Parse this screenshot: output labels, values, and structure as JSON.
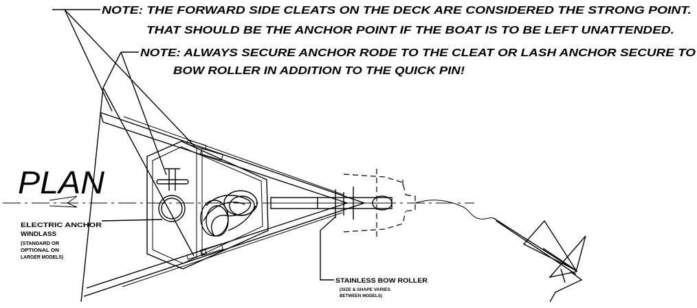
{
  "notes": {
    "note1_line1": "NOTE: THE FORWARD SIDE CLEATS ON THE DECK ARE CONSIDERED THE STRONG POINT.",
    "note1_line2": "THAT SHOULD BE THE ANCHOR POINT IF THE BOAT IS TO BE LEFT UNATTENDED.",
    "note2_line1": "NOTE: ALWAYS SECURE ANCHOR RODE TO THE CLEAT OR LASH ANCHOR SECURE TO",
    "note2_line2": "BOW ROLLER IN ADDITION TO THE QUICK PIN!"
  },
  "view_title": "PLAN",
  "windlass_label": {
    "line1": "ELECTRIC ANCHOR",
    "line2": "WINDLASS",
    "sub1": "(STANDARD OR",
    "sub2": "OPTIONAL ON",
    "sub3": "LARGER MODELS)"
  },
  "roller_label": {
    "line1": "STAINLESS BOW ROLLER",
    "sub1": "(SIZE & SHAPE VARIES",
    "sub2": "BETWEEN MODELS)"
  }
}
